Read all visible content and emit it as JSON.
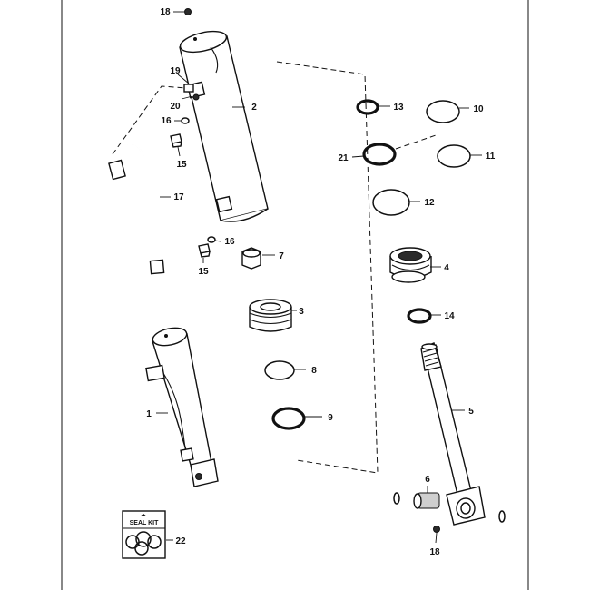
{
  "callouts": {
    "c1": "1",
    "c2": "2",
    "c3": "3",
    "c4": "4",
    "c5": "5",
    "c6": "6",
    "c7": "7",
    "c8": "8",
    "c9": "9",
    "c10": "10",
    "c11": "11",
    "c12": "12",
    "c13": "13",
    "c14": "14",
    "c15a": "15",
    "c15b": "15",
    "c16a": "16",
    "c16b": "16",
    "c17": "17",
    "c18a": "18",
    "c18b": "18",
    "c19": "19",
    "c20": "20",
    "c21": "21",
    "c22": "22"
  },
  "seal_kit": {
    "label": "SEAL KIT"
  }
}
